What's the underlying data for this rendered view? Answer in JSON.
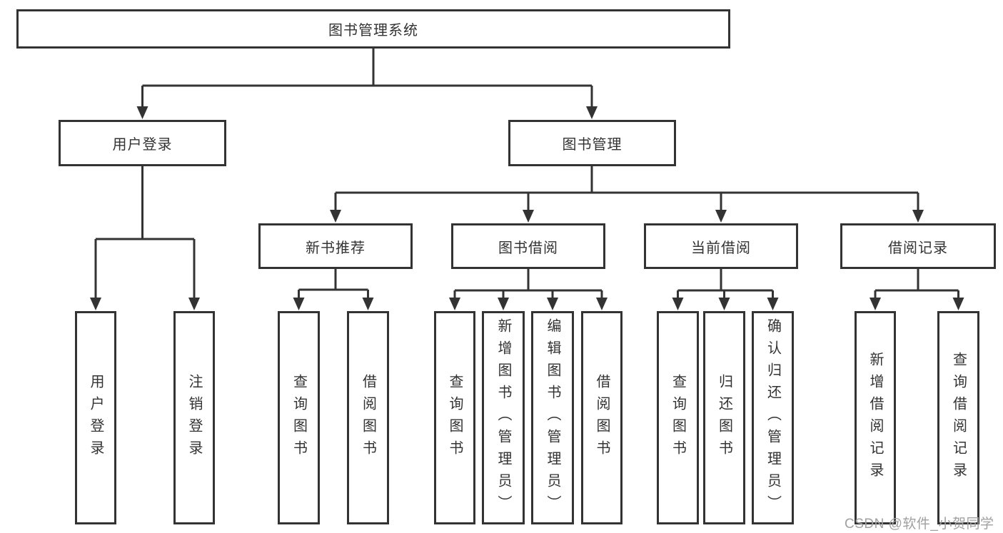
{
  "diagram": {
    "title": "图书管理系统",
    "branches": [
      {
        "label": "用户登录",
        "children": [
          {
            "label": "用户登录"
          },
          {
            "label": "注销登录"
          }
        ]
      },
      {
        "label": "图书管理",
        "children": [
          {
            "label": "新书推荐",
            "children": [
              {
                "label": "查询图书"
              },
              {
                "label": "借阅图书"
              }
            ]
          },
          {
            "label": "图书借阅",
            "children": [
              {
                "label": "查询图书"
              },
              {
                "label": "新增图书（管理员）"
              },
              {
                "label": "编辑图书（管理员）"
              },
              {
                "label": "借阅图书"
              }
            ]
          },
          {
            "label": "当前借阅",
            "children": [
              {
                "label": "查询图书"
              },
              {
                "label": "归还图书"
              },
              {
                "label": "确认归还（管理员）"
              }
            ]
          },
          {
            "label": "借阅记录",
            "children": [
              {
                "label": "新增借阅记录"
              },
              {
                "label": "查询借阅记录"
              }
            ]
          }
        ]
      }
    ]
  },
  "watermark": "CSDN @软件_小贺同学",
  "colors": {
    "line": "#333333",
    "box_border": "#333333",
    "box_fill": "#ffffff",
    "text": "#333333",
    "watermark": "#a0a0a0",
    "background": "#ffffff"
  }
}
